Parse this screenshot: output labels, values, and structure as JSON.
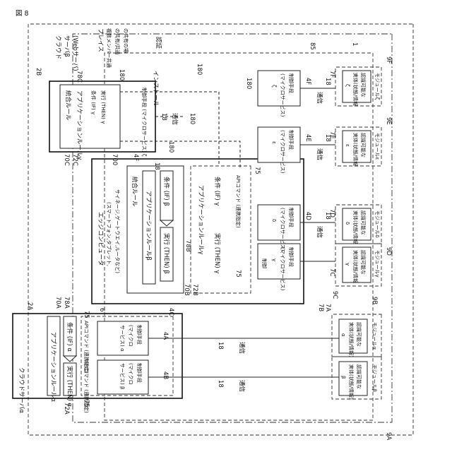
{
  "figure_label": "図 8",
  "rotated": {
    "cloud_a": {
      "title": "クラウドサーバα",
      "ref": "2A",
      "rule_title": "アプリケーションルールα",
      "cond": "条件 (IF) α",
      "exec": "実行 (THEN) α",
      "ref_rule": "70A",
      "ref_cond": "72A",
      "ref_exec": "78A"
    },
    "ctrl_a": {
      "line1": "制御手段",
      "line2": "(マイクロ",
      "line3": "サービス) α",
      "ref": "4A"
    },
    "ctrl_b": {
      "line1": "制御手段",
      "line2": "(マイクロ",
      "line3": "サービス) β",
      "ref": "4B"
    },
    "api_a": "APIコマンド (連携指定)",
    "api_b": "APIコマンド (連携指定)",
    "ref_75_a": "75",
    "ref_75_b": "75",
    "comm_a": "通信",
    "comm_b": "通信",
    "ref_18_a": "18",
    "ref_18_b": "18",
    "mod_a": {
      "line1": "認識可能な",
      "line2": "実体(状態/情報)",
      "line3": "α",
      "title": "モジュールα",
      "ref_box": "7A",
      "ref_mod": "9A"
    },
    "mod_b": {
      "line1": "認識可能な",
      "line2": "実体(状態/情報)",
      "line3": "β",
      "title": "モジュールβ",
      "ref_box": "7B",
      "ref_mod": "9B"
    },
    "edge": {
      "title": "エッジコンピュータ",
      "sub1": "(スマートフォン,タブレット,",
      "sub2": "サイネージ,ゲートウエイ,ルータなど)",
      "ref": "6",
      "ref_inner": "4C",
      "combined_rule": "統合ルール",
      "rule_title": "アプリケーションルールβ",
      "cond": "条件 (IF) β",
      "exec": "実行 (THEN) β",
      "ref_rule": "70B",
      "ref_cond": "72B",
      "ref_exec": "78B",
      "rule_g_title": "アプリケーションルールγ",
      "cond_g": "条件 (IF) γ",
      "exec_g": "実行 (THEN) γ",
      "api": "APIコマンド (連携指定)",
      "ref_75": "75",
      "ref_75b": "75",
      "ctrl_note": "制御"
    },
    "ctrl_c": {
      "line1": "制御手段",
      "line2": "(マイクロサービス)",
      "line3": "γ"
    },
    "ctrl_d": {
      "line1": "制御手段",
      "line2": "(マイクロサービス)",
      "line3": "δ",
      "ref": "4D"
    },
    "ctrl_e": {
      "line1": "制御手段",
      "line2": "(マイクロサービス)",
      "line3": "ε",
      "ref": "4E"
    },
    "ctrl_f": {
      "line1": "制御手段",
      "line2": "(マイクロサービス)",
      "line3": "ζ",
      "ref": "4F"
    },
    "mod_c": {
      "line1": "認識可能な",
      "line2": "実体(状態/情報",
      "line3": "γ",
      "title": "モジュールγ",
      "ref_box": "7C",
      "ref_mod": "9C"
    },
    "mod_d": {
      "line1": "認識可能な",
      "line2": "実体(状態/情報",
      "line3": "δ",
      "title": "モジュールδ",
      "ref_box": "7D",
      "ref_mod": "9D"
    },
    "mod_e": {
      "line1": "認識可能な",
      "line2": "実体(状態/情報",
      "line3": "ε",
      "title": "モジュールε",
      "ref_box": "7E",
      "ref_mod": "9E"
    },
    "mod_f": {
      "line1": "認識可能な",
      "line2": "実体(状態/情報",
      "line3": "ζ",
      "title": "モジュールζ",
      "ref_box": "7F",
      "ref_mod": "9F"
    },
    "comm_d": "通信",
    "comm_e": "通信",
    "comm_f": "通信",
    "ref_18_d": "18",
    "ref_18_e": "18",
    "ref_18_f": "18",
    "cloud_b": {
      "title": "クラウド",
      "title2": "サーバβ",
      "title3": "(Webサーバ)",
      "ref": "2B",
      "combined_rule": "統合ルール",
      "rule_title": "アプリケーションルールγ",
      "cond": "条件 (IF) γ",
      "exec": "実行 (THEN) γ",
      "ref_rule": "70C",
      "ref_cond": "72C",
      "ref_exec": "78C",
      "ctrl": "制御手段 (マイクロサービス) ζ",
      "ref_ctrl": "4F",
      "ref_700": "700",
      "ref_180": "180",
      "comm": "通信",
      "ref_18": "18"
    },
    "install": "インストール",
    "auth": "認証",
    "place1": "プレイス",
    "place2": "複数メンバー共通",
    "place3": "の共有/共通",
    "place4": "の共有の場",
    "ref_85": "85",
    "ref_1": "1",
    "ref_180_a": "180",
    "ref_180_b": "180",
    "ref_180_c": "180",
    "ref_180_d": "180",
    "ref_18_top": "18"
  },
  "colors": {
    "ink": "#111111",
    "paper": "#ffffff"
  }
}
